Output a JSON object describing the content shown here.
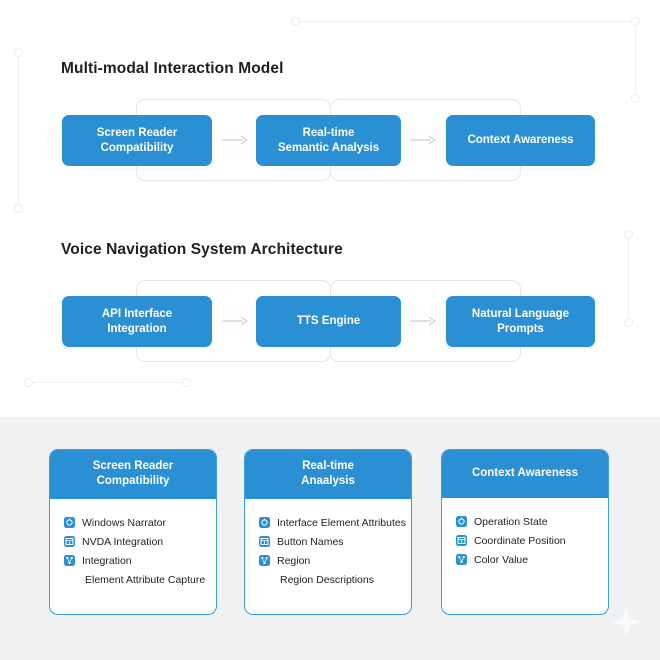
{
  "theme": {
    "accent": "#2b8fd4",
    "card_border": "#3c9ddc",
    "band_bg": "#f0f1f2",
    "page_bg": "#ffffff",
    "deco_line": "#eef0f2",
    "title_color": "#1f1f1f",
    "body_text": "#232323"
  },
  "sections": [
    {
      "title": "Multi-modal Interaction Model",
      "nodes": [
        {
          "label": "Screen Reader\nCompatibility"
        },
        {
          "label": "Real-time\nSemantic Analysis"
        },
        {
          "label": "Context Awareness"
        }
      ]
    },
    {
      "title": "Voice Navigation System Architecture",
      "nodes": [
        {
          "label": "API Interface\nIntegration"
        },
        {
          "label": "TTS Engine"
        },
        {
          "label": "Natural Language Prompts"
        }
      ]
    }
  ],
  "cards": [
    {
      "title": "Screen Reader\nCompatibility",
      "items": [
        {
          "icon": "target-icon",
          "label": "Windows Narrator"
        },
        {
          "icon": "table-icon",
          "label": "NVDA Integration"
        },
        {
          "icon": "nodes-icon",
          "label": "Integration"
        },
        {
          "icon": "none",
          "label": "Element Attribute Capture"
        }
      ]
    },
    {
      "title": "Real-time\nAnaalysis",
      "items": [
        {
          "icon": "target-icon",
          "label": "Interface Element Attributes"
        },
        {
          "icon": "table-icon",
          "label": "Button Names"
        },
        {
          "icon": "nodes-icon",
          "label": "Region"
        },
        {
          "icon": "none",
          "label": "Region Descriptions"
        }
      ]
    },
    {
      "title": "Context Awareness",
      "items": [
        {
          "icon": "target-icon",
          "label": "Operation State"
        },
        {
          "icon": "table-icon",
          "label": "Coordinate Position"
        },
        {
          "icon": "nodes-icon",
          "label": "Color Value"
        }
      ]
    }
  ],
  "decorations": {
    "sparkle": "sparkle-icon",
    "line_endpoints": 8
  }
}
